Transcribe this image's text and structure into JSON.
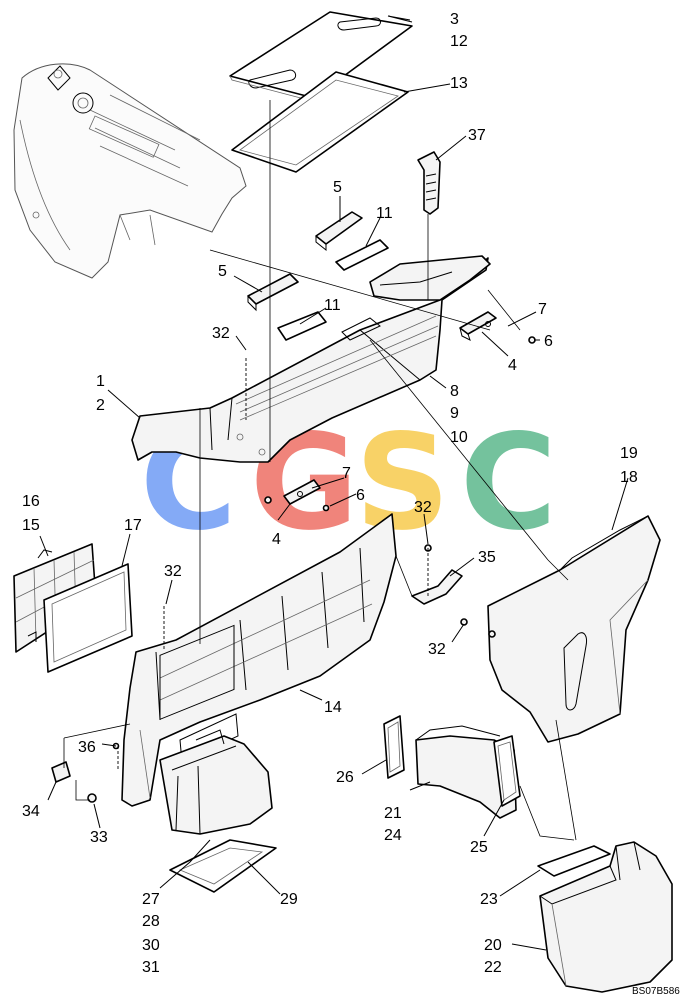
{
  "drawing_code": "BS07B586",
  "watermark": {
    "letters": [
      "C",
      "G",
      "S",
      "C"
    ],
    "colors": [
      "#6f9cf5",
      "#ee6f64",
      "#f7cb4d",
      "#5cb88c"
    ]
  },
  "callouts": {
    "c3": "3",
    "c12": "12",
    "c13": "13",
    "c37": "37",
    "c5a": "5",
    "c11a": "11",
    "c5b": "5",
    "c11b": "11",
    "c7a": "7",
    "c6a": "6",
    "c4a": "4",
    "c32a": "32",
    "c1": "1",
    "c2": "2",
    "c8": "8",
    "c9": "9",
    "c10": "10",
    "c19": "19",
    "c18": "18",
    "c7b": "7",
    "c6b": "6",
    "c4b": "4",
    "c16": "16",
    "c15": "15",
    "c17": "17",
    "c32b": "32",
    "c35": "35",
    "c32c": "32",
    "c32d": "32",
    "c14": "14",
    "c36": "36",
    "c34": "34",
    "c33": "33",
    "c26": "26",
    "c21": "21",
    "c24": "24",
    "c25": "25",
    "c27": "27",
    "c28": "28",
    "c30": "30",
    "c31": "31",
    "c29": "29",
    "c23": "23",
    "c20": "20",
    "c22": "22"
  }
}
